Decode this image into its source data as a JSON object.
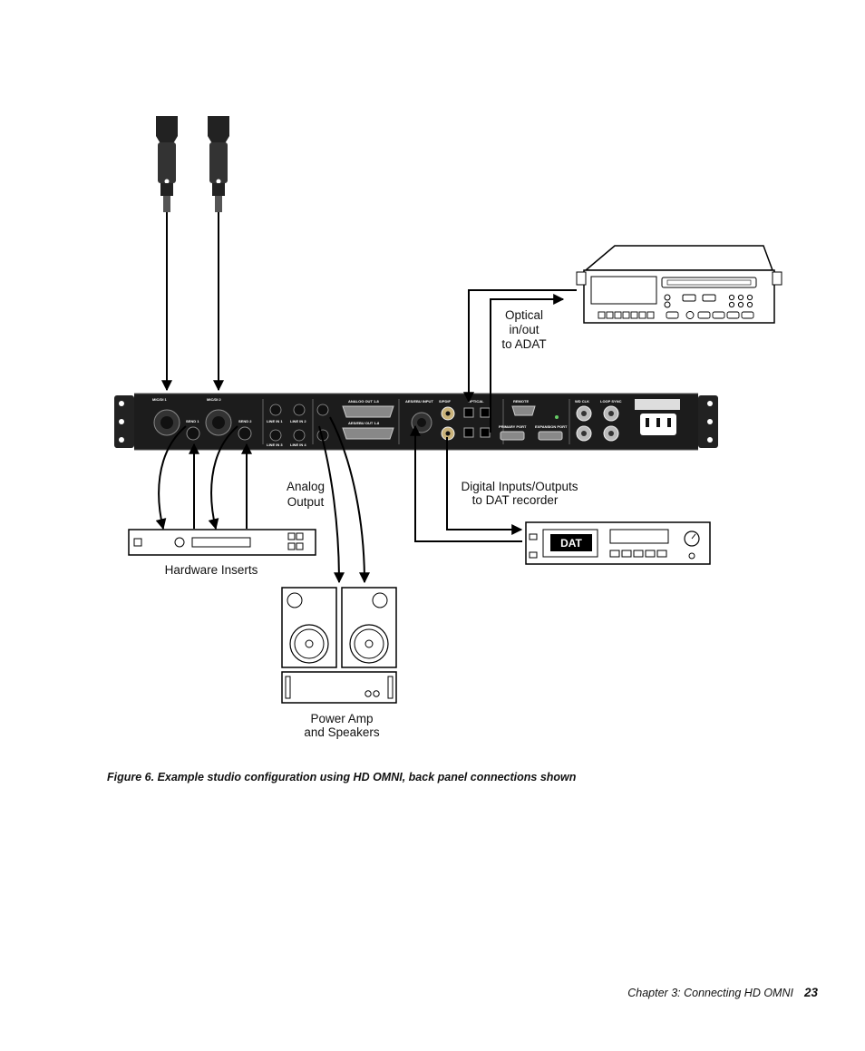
{
  "labels": {
    "optical": [
      "Optical",
      "in/out",
      "to ADAT"
    ],
    "analog": [
      "Analog",
      "Output"
    ],
    "digital": [
      "Digital Inputs/Outputs",
      "to DAT recorder"
    ],
    "hardware_inserts": "Hardware Inserts",
    "power_amp": [
      "Power Amp",
      "and Speakers"
    ],
    "dat_badge": "DAT"
  },
  "panel": {
    "sections": [
      "MIC/DI 1",
      "MIC/DI 2",
      "SEND 1",
      "SEND 2",
      "LINE IN 1",
      "LINE IN 2",
      "LINE IN 3",
      "LINE IN 4",
      "ANALOG OUT 1-8",
      "AES/EBU OUT 1-8",
      "AES/EBU INPUT",
      "S/PDIF",
      "OPTICAL",
      "REMOTE",
      "PRIMARY PORT",
      "EXPANSION PORT",
      "WD CLK",
      "LOOP SYNC"
    ]
  },
  "caption": "Figure 6.  Example studio configuration using HD OMNI, back panel connections shown",
  "footer": {
    "chapter": "Chapter 3: Connecting HD OMNI",
    "page": "23"
  }
}
